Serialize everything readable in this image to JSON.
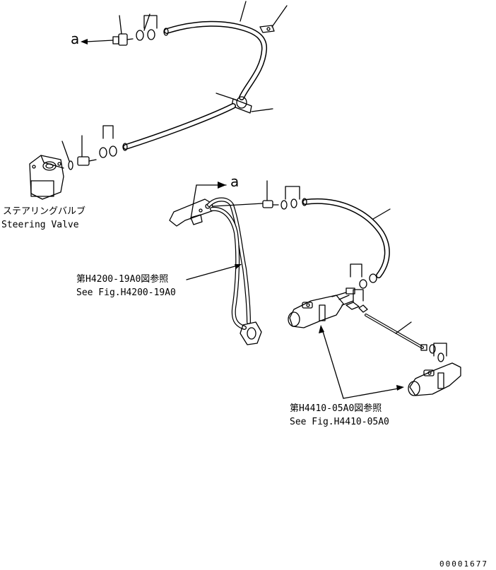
{
  "labels": {
    "ref_a_top": "a",
    "ref_a_mid": "a",
    "steering_jp": "ステアリングバルブ",
    "steering_en": "Steering Valve",
    "fig1_jp": "第H4200-19A0図参照",
    "fig1_en": "See Fig.H4200-19A0",
    "fig2_jp": "第H4410-05A0図参照",
    "fig2_en": "See Fig.H4410-05A0",
    "drawing_no": "00001677"
  },
  "colors": {
    "line": "#000000",
    "background": "#ffffff"
  }
}
